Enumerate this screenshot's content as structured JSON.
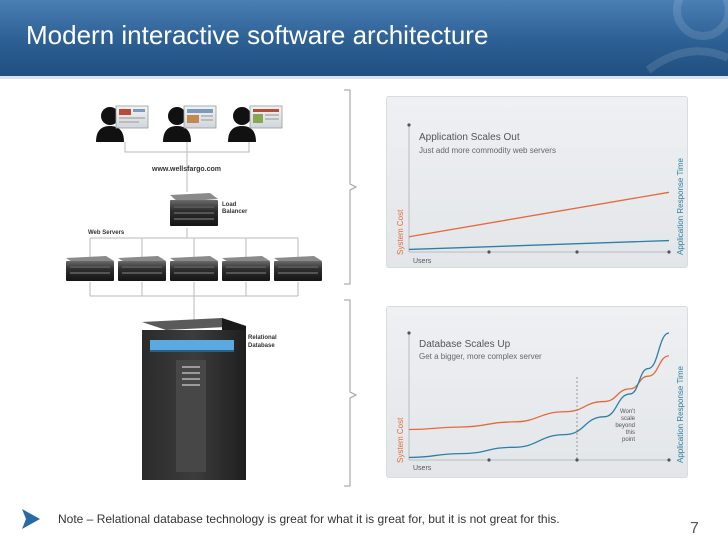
{
  "slide": {
    "title": "Modern interactive software architecture",
    "note": "Note – Relational database technology is great for what it is great for, but it is not great for this.",
    "page_number": "7",
    "colors": {
      "title_bar": "#2c5f93",
      "cost_line": "#e46a3d",
      "response_line": "#2e7fa6"
    }
  },
  "diagram": {
    "url_label": "www.wellsfargo.com",
    "load_balancer_label": [
      "Load",
      "Balancer"
    ],
    "web_servers_label": "Web Servers",
    "database_label": [
      "Relational",
      "Database"
    ],
    "user_count": 3,
    "web_server_count": 5
  },
  "chart_data": [
    {
      "type": "line",
      "title": "Application Scales Out",
      "subtitle": "Just add more commodity web servers",
      "xlabel": "Users",
      "ylabel": "System Cost",
      "y2label": "Application Response Time",
      "x": [
        0,
        1
      ],
      "series": [
        {
          "values": [
            0.12,
            0.47
          ],
          "color": "#e46a3d"
        },
        {
          "values": [
            0.02,
            0.09
          ],
          "color": "#2e7fa6"
        }
      ],
      "ylim": [
        0,
        1
      ]
    },
    {
      "type": "line",
      "title": "Database Scales Up",
      "subtitle": "Get a bigger, more complex server",
      "xlabel": "Users",
      "ylabel": "System Cost",
      "y2label": "Application Response Time",
      "annotation": [
        "Won't",
        "scale",
        "beyond",
        "this",
        "point"
      ],
      "x": [
        0,
        0.2,
        0.4,
        0.6,
        0.75,
        0.85,
        0.92,
        1
      ],
      "series": [
        {
          "values": [
            0.24,
            0.26,
            0.3,
            0.38,
            0.46,
            0.56,
            0.66,
            0.82
          ],
          "color": "#e46a3d"
        },
        {
          "values": [
            0.02,
            0.05,
            0.1,
            0.2,
            0.34,
            0.52,
            0.72,
            1.0
          ],
          "color": "#2e7fa6"
        }
      ],
      "ylim": [
        0,
        1
      ]
    }
  ]
}
